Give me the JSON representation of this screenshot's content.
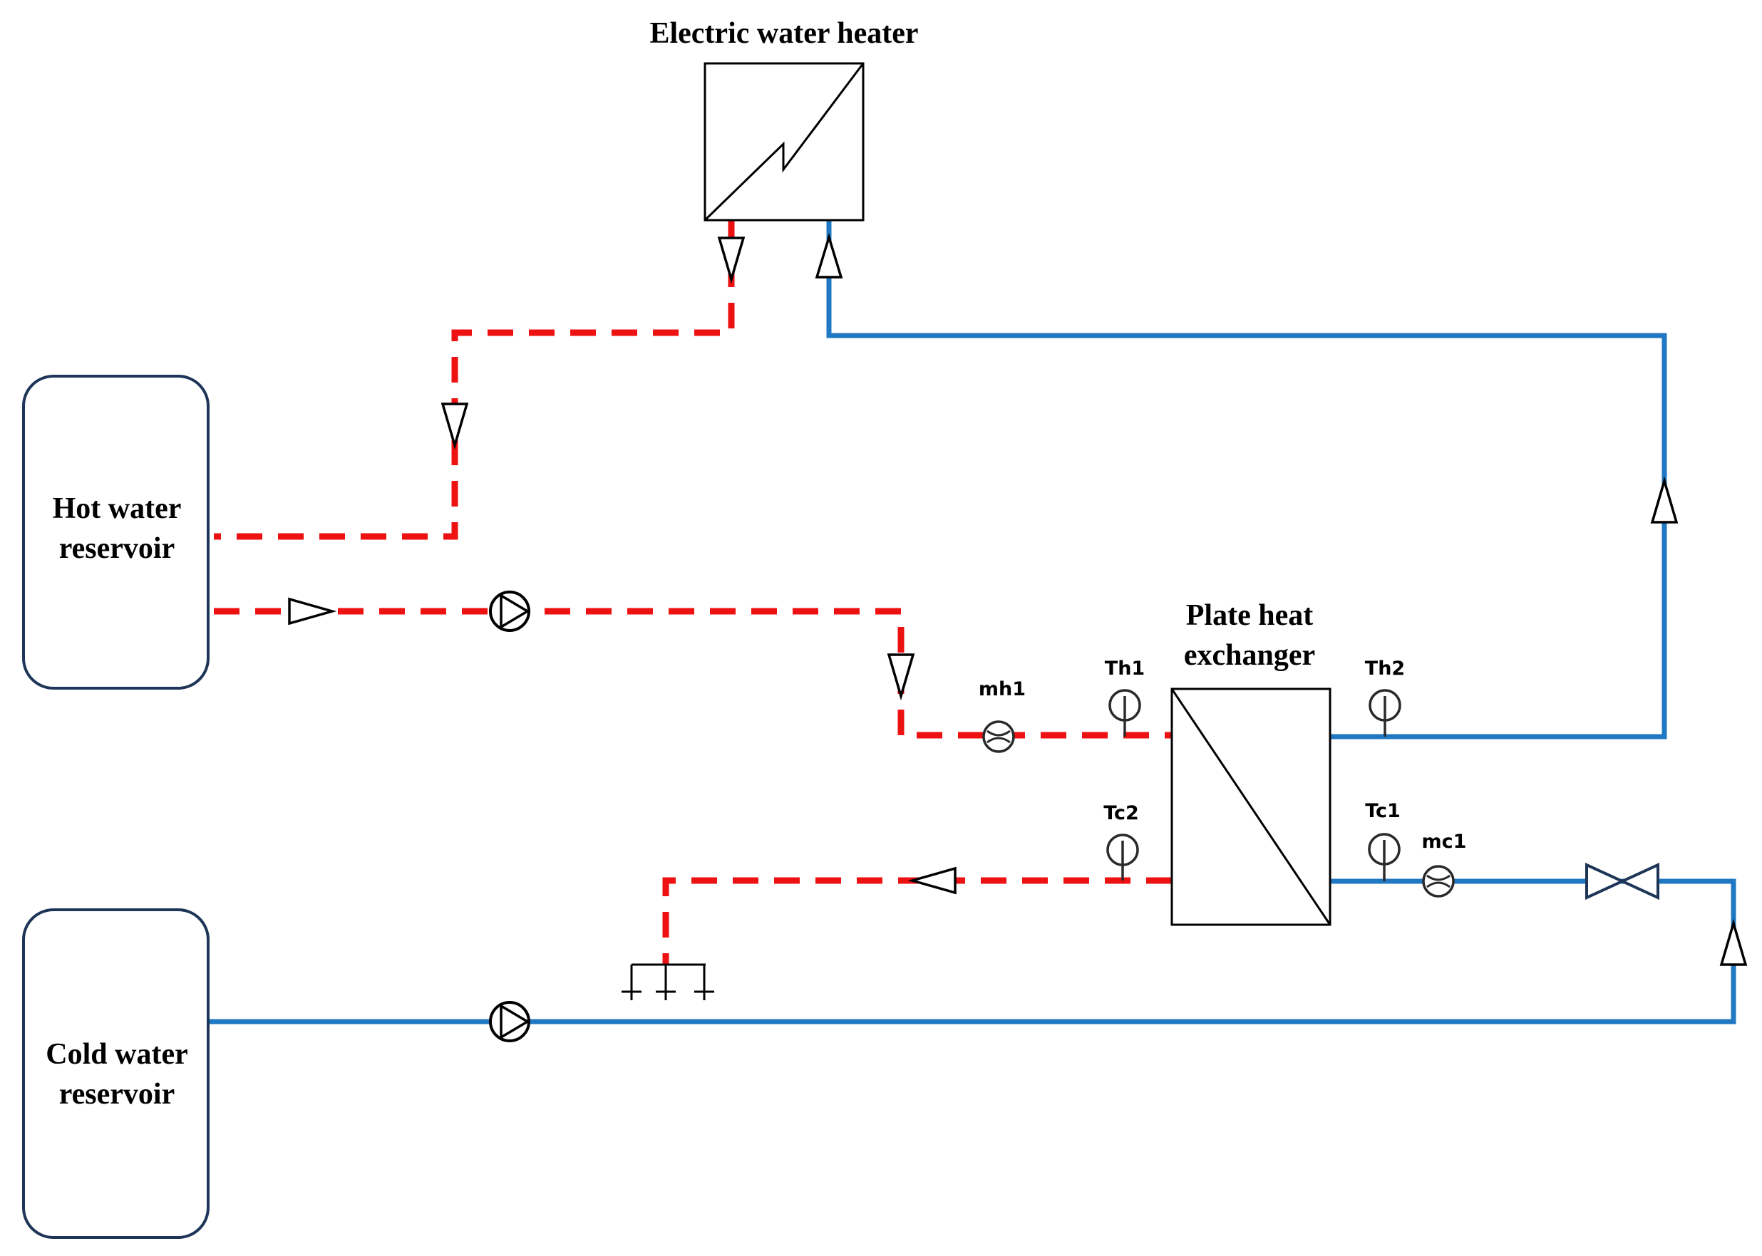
{
  "labels": {
    "heater": "Electric water heater",
    "hot_reservoir": [
      "Hot water",
      "reservoir"
    ],
    "cold_reservoir": [
      "Cold water",
      "reservoir"
    ],
    "exchanger": [
      "Plate heat",
      "exchanger"
    ]
  },
  "sensors": {
    "th1": "Th1",
    "th2": "Th2",
    "tc1": "Tc1",
    "tc2": "Tc2",
    "mh1": "mh1",
    "mc1": "mc1"
  },
  "colors": {
    "hot_line": "#ee1111",
    "cold_line": "#1f78c1",
    "outline": "#000000"
  },
  "icons": {
    "pump": "pump-icon",
    "valve": "valve-icon",
    "flow_meter": "flow-meter-icon",
    "temperature_sensor": "thermometer-icon",
    "direction_arrow": "flow-arrow-icon",
    "outlet": "outlet-manifold-icon"
  }
}
